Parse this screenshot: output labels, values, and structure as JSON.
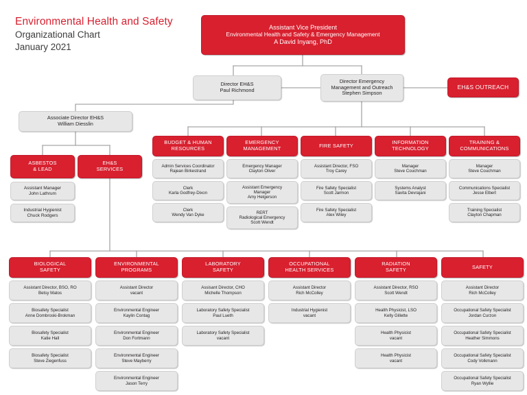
{
  "title": {
    "line1": "Environmental Health and Safety",
    "line2": "Organizational Chart",
    "line3": "January 2021"
  },
  "colors": {
    "accent_red": "#d8202f",
    "box_gray": "#e7e7e7",
    "connector": "#a6a6a6",
    "text_dark": "#231f20"
  },
  "executive": {
    "title": "Assistant Vice President",
    "scope": "Environmental Health and Safety & Emergency Management",
    "name": "A David Inyang, PhD"
  },
  "directors": [
    {
      "title": "Director EH&S",
      "name": "Paul Richmond"
    },
    {
      "title": "Director Emergency",
      "title2": "Management and Outreach",
      "name": "Stephen Simpson"
    }
  ],
  "outreach": {
    "label": "EH&S OUTREACH"
  },
  "associate_director": {
    "title": "Associate Director EH&S",
    "name": "William Diesslin"
  },
  "assoc_units": [
    {
      "unit_line1": "ASBESTOS",
      "unit_line2": "& LEAD",
      "staff": [
        {
          "role": "Assistant Manager",
          "name": "John Lathrum"
        },
        {
          "role": "Industrial Hygienist",
          "name": "Chuck Rodgers"
        }
      ]
    },
    {
      "unit_line1": "EH&S",
      "unit_line2": "SERVICES",
      "staff": []
    }
  ],
  "emergency_units": [
    {
      "unit_line1": "BUDGET & HUMAN",
      "unit_line2": "RESOURCES",
      "staff": [
        {
          "role": "Admin Services Coordinator",
          "name": "Rajean Birkestrand"
        },
        {
          "role": "Clerk",
          "name": "Karla Godfrey-Dixon"
        },
        {
          "role": "Clerk",
          "name": "Wendy Van Dyke"
        }
      ]
    },
    {
      "unit_line1": "EMERGENCY",
      "unit_line2": "MANAGEMENT",
      "staff": [
        {
          "role": "Emergency Manager",
          "name": "Clayton Oliver"
        },
        {
          "role": "Assistant Emergency",
          "role2": "Manager",
          "name": "Amy Helgerson"
        },
        {
          "role": "RERT",
          "role2": "Radiological Emergency",
          "name": "Scott Wendt"
        }
      ]
    },
    {
      "unit_line1": "FIRE SAFETY",
      "unit_line2": "",
      "staff": [
        {
          "role": "Assistant Director, FSO",
          "name": "Troy Carey"
        },
        {
          "role": "Fire Safety Specialist",
          "name": "Scott Jarmon"
        },
        {
          "role": "Fire Safety Specialist",
          "name": "Alex Wiley"
        }
      ]
    },
    {
      "unit_line1": "INFORMATION",
      "unit_line2": "TECHNOLOGY",
      "staff": [
        {
          "role": "Manager",
          "name": "Steve Couchman"
        },
        {
          "role": "Systems Analyst",
          "name": "Savita Devrajani"
        }
      ]
    },
    {
      "unit_line1": "TRAINING &",
      "unit_line2": "COMMUNICATIONS",
      "staff": [
        {
          "role": "Manager",
          "name": "Steve Couchman"
        },
        {
          "role": "Communications Specialist",
          "name": "Jesse Elbert"
        },
        {
          "role": "Training Specialist",
          "name": "Clayton Chapman"
        }
      ]
    }
  ],
  "services_units": [
    {
      "unit_line1": "BIOLOGICAL",
      "unit_line2": "SAFETY",
      "staff": [
        {
          "role": "Assistant Director, BSO, RO",
          "name": "Betsy Matos"
        },
        {
          "role": "Biosafety Specialist",
          "name": "Anne Dombroski-Brokman"
        },
        {
          "role": "Biosafety Specialist",
          "name": "Katie Hall"
        },
        {
          "role": "Biosafety Specialist",
          "name": "Steve Ziegenfuss"
        }
      ]
    },
    {
      "unit_line1": "ENVIRONMENTAL",
      "unit_line2": "PROGRAMS",
      "staff": [
        {
          "role": "Assistant Director",
          "name": "vacant"
        },
        {
          "role": "Environmental Engineer",
          "name": "Kaylin Contag"
        },
        {
          "role": "Environmental Engineer",
          "name": "Don Fortmann"
        },
        {
          "role": "Environmental Engineer",
          "name": "Steve Mayberry"
        },
        {
          "role": "Environmental Engineer",
          "name": "Jason Terry"
        }
      ]
    },
    {
      "unit_line1": "LABORATORY",
      "unit_line2": "SAFETY",
      "staff": [
        {
          "role": "Assisant Director, CHO",
          "name": "Michelle Thompson"
        },
        {
          "role": "Laboratory Safety Specialist",
          "name": "Paul Lueth"
        },
        {
          "role": "Laboratory Safety Specialist",
          "name": "vacant"
        }
      ]
    },
    {
      "unit_line1": "OCCUPATIONAL",
      "unit_line2": "HEALTH SERVICES",
      "staff": [
        {
          "role": "Assistant Director",
          "name": "Rich McColley"
        },
        {
          "role": "Industrial Hygienist",
          "name": "vacant"
        }
      ]
    },
    {
      "unit_line1": "RADIATION",
      "unit_line2": "SAFETY",
      "staff": [
        {
          "role": "Assistant Director, RSO",
          "name": "Scott Wendt"
        },
        {
          "role": "Health Physicist, LSO",
          "name": "Kelly Gillette"
        },
        {
          "role": "Health Physicist",
          "name": "vacant"
        },
        {
          "role": "Health Physicist",
          "name": "vacant"
        }
      ]
    },
    {
      "unit_line1": "SAFETY",
      "unit_line2": "",
      "staff": [
        {
          "role": "Assistant Director",
          "name": "Rich McColley"
        },
        {
          "role": "Occupational Safety Specialist",
          "name": "Jordan Curzon"
        },
        {
          "role": "Occupational Safety Specialist",
          "name": "Heather Simmons"
        },
        {
          "role": "Occupational Safety Specialist",
          "name": "Cody Volkmann"
        },
        {
          "role": "Occupational Safety Specialist",
          "name": "Ryan Wyllie"
        }
      ]
    }
  ]
}
